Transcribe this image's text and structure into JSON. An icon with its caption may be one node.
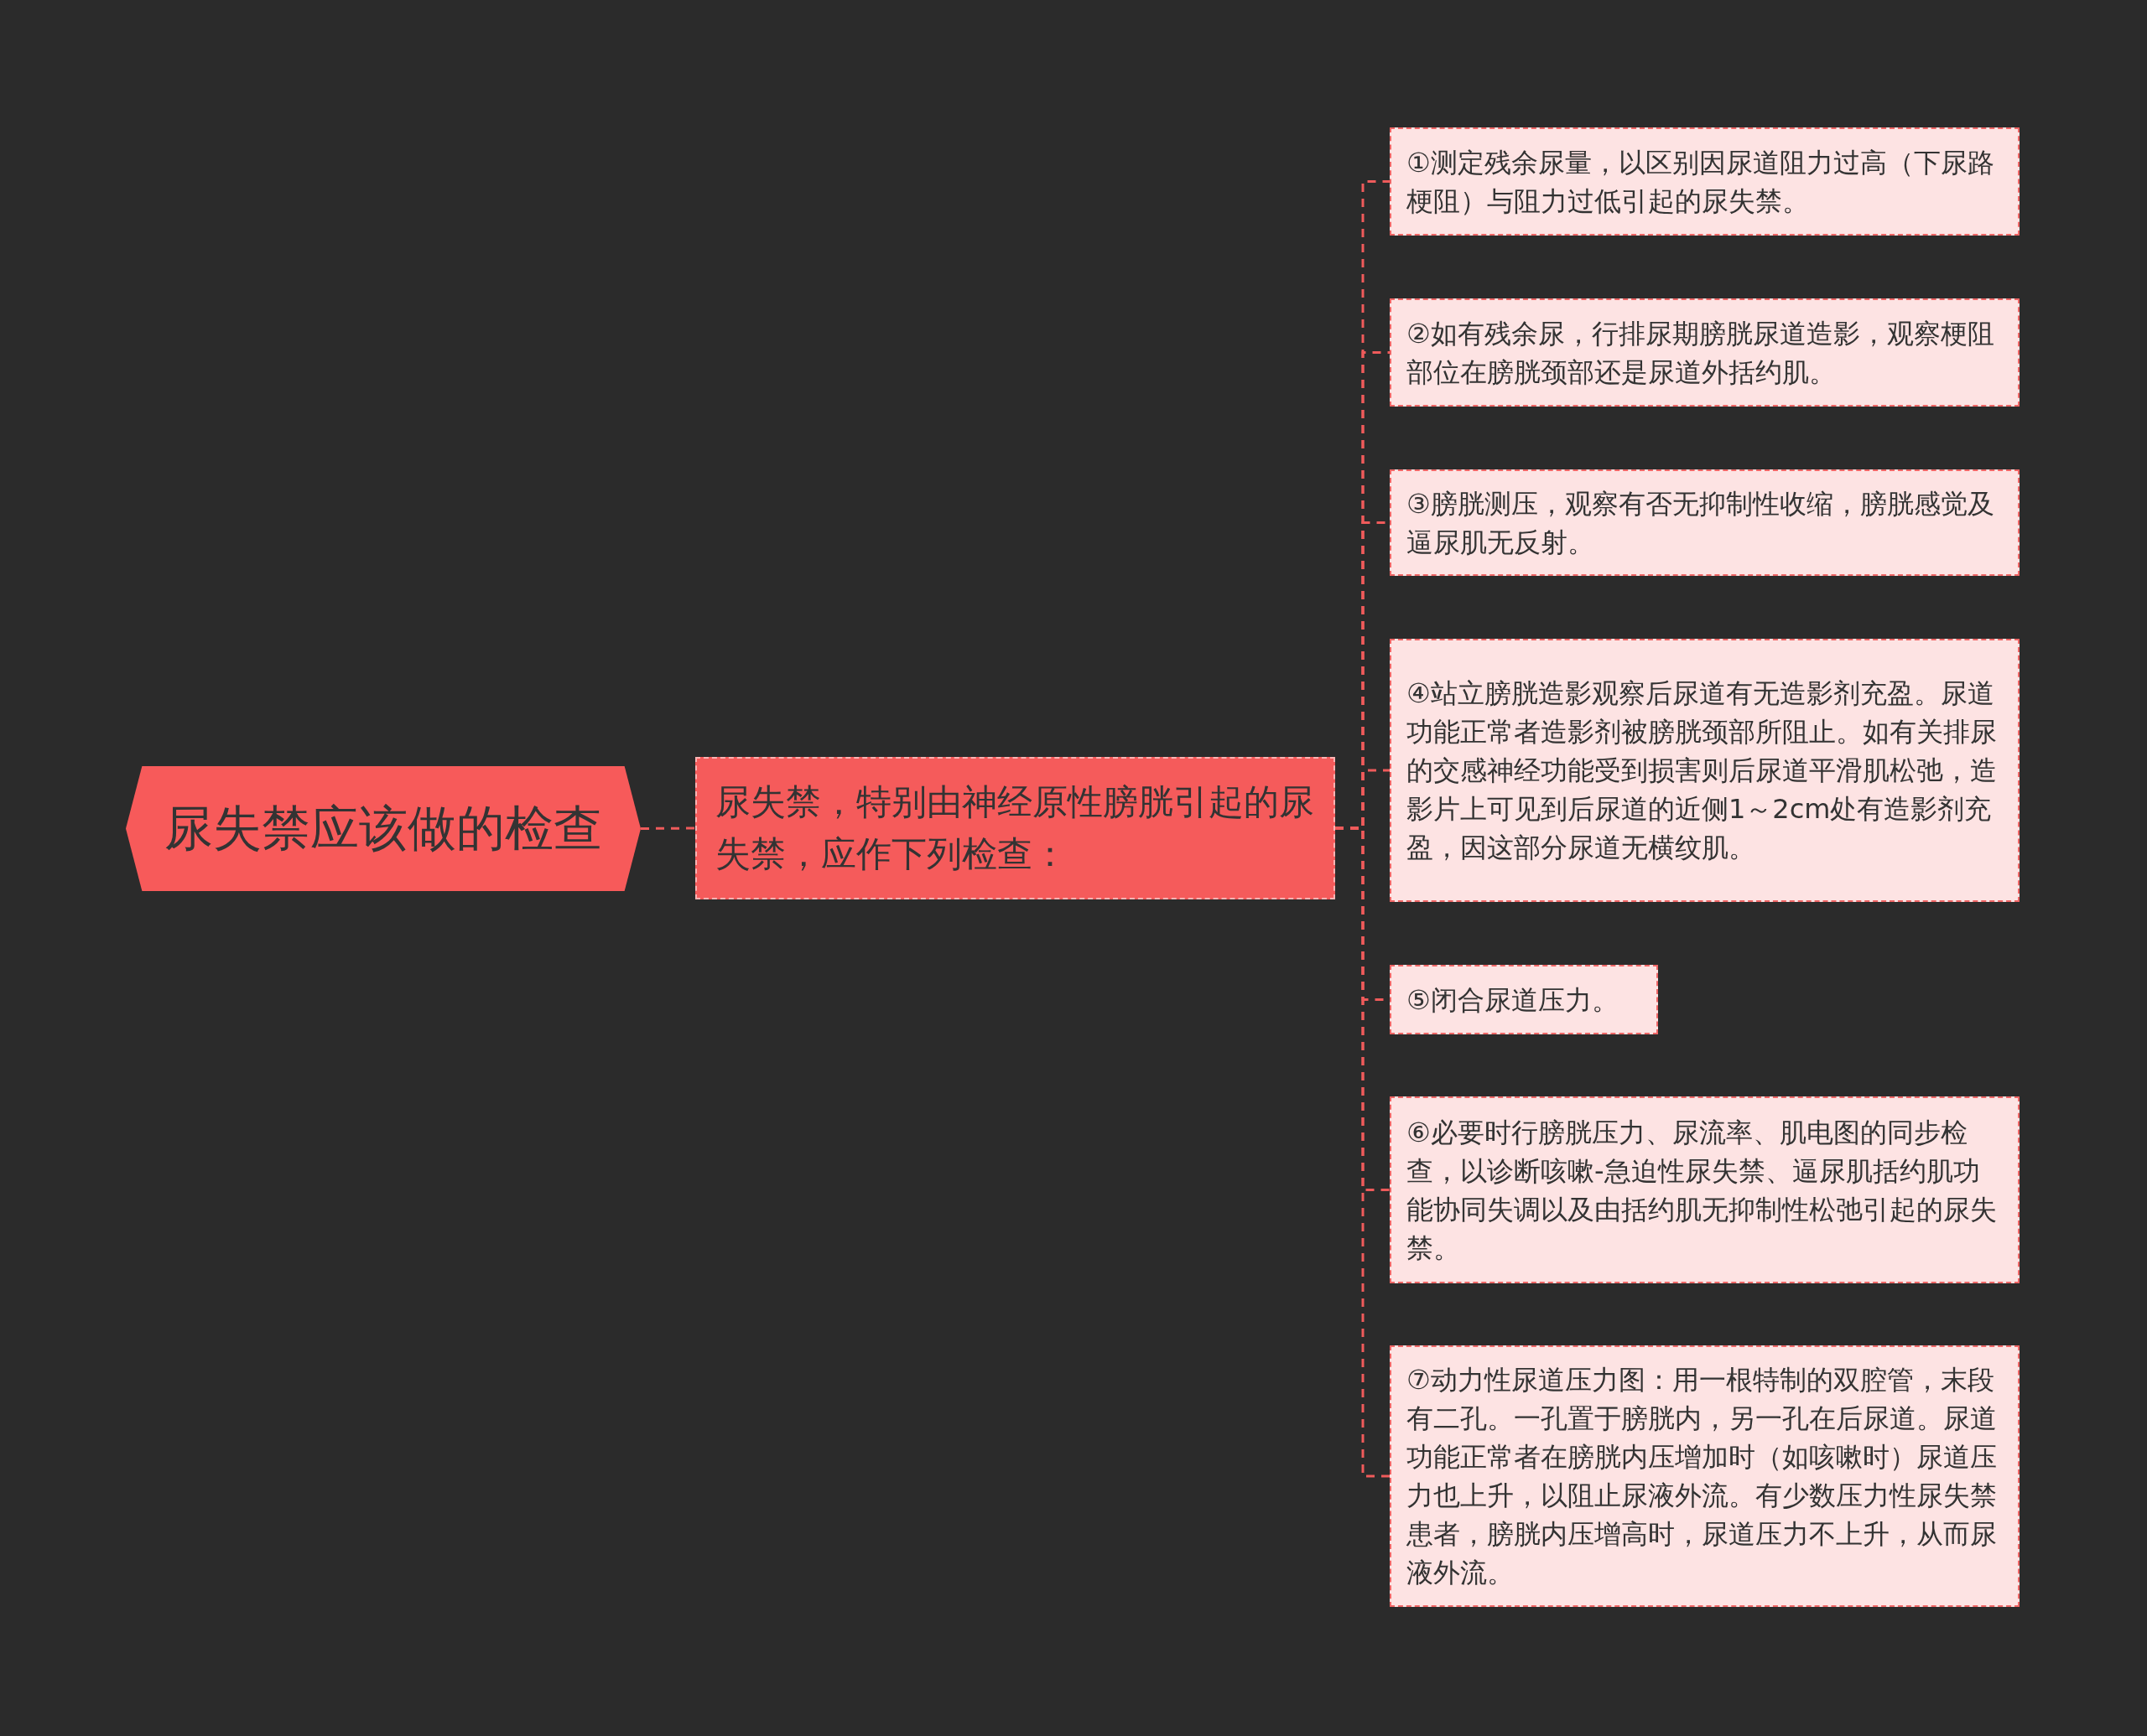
{
  "diagram": {
    "nodes": [
      {
        "text": [
          "尿失禁应该做的检查"
        ]
      },
      {
        "text": [
          "尿失禁，特别由神经原性膀胱引起的尿失禁，应作下列检查："
        ]
      },
      {
        "text": [
          "①测定残余尿量，以区别因尿道阻力过高（下尿路梗阻）与阻力过低引起的尿失禁。"
        ]
      },
      {
        "text": [
          "②如有残余尿，行排尿期膀胱尿道造影，观察梗阻部位在膀胱颈部还是尿道外括约肌。"
        ]
      },
      {
        "text": [
          "③膀胱测压，观察有否无抑制性收缩，膀胱感觉及逼尿肌无反射。"
        ]
      },
      {
        "text": [
          "④站立膀胱造影观察后尿道有无造影剂充盈。尿道功能正常者造影剂被膀胱颈部所阻止。如有关排尿的交感神经功能受到损害则后尿道平滑肌松弛，造影片上可见到后尿道的近侧1～2cm处有造影剂充盈，因这部分尿道无横纹肌。"
        ]
      },
      {
        "text": [
          "⑤闭合尿道压力。"
        ]
      },
      {
        "text": [
          "⑥必要时行膀胱压力、尿流率、肌电图的同步检查，以诊断咳嗽-急迫性尿失禁、逼尿肌括约肌功能协同失调以及由括约肌无抑制性松弛引起的尿失禁。"
        ]
      },
      {
        "text": [
          "⑦动力性尿道压力图：用一根特制的双腔管，末段有二孔。一孔置于膀胱内，另一孔在后尿道。尿道功能正常者在膀胱内压增加时（如咳嗽时）尿道压力也上升，以阻止尿液外流。有少数压力性尿失禁患者，膀胱内压增高时，尿道压力不上升，从而尿液外流。"
        ]
      }
    ],
    "edges": [
      {
        "from": 0,
        "to": 1,
        "arrow": "none",
        "style": "dashed"
      },
      {
        "from": 1,
        "to": 2,
        "arrow": "none",
        "style": "dashed"
      },
      {
        "from": 1,
        "to": 3,
        "arrow": "none",
        "style": "dashed"
      },
      {
        "from": 1,
        "to": 4,
        "arrow": "none",
        "style": "dashed"
      },
      {
        "from": 1,
        "to": 5,
        "arrow": "none",
        "style": "dashed"
      },
      {
        "from": 1,
        "to": 6,
        "arrow": "none",
        "style": "dashed"
      },
      {
        "from": 1,
        "to": 7,
        "arrow": "none",
        "style": "dashed"
      },
      {
        "from": 1,
        "to": 8,
        "arrow": "none",
        "style": "dashed"
      }
    ]
  }
}
